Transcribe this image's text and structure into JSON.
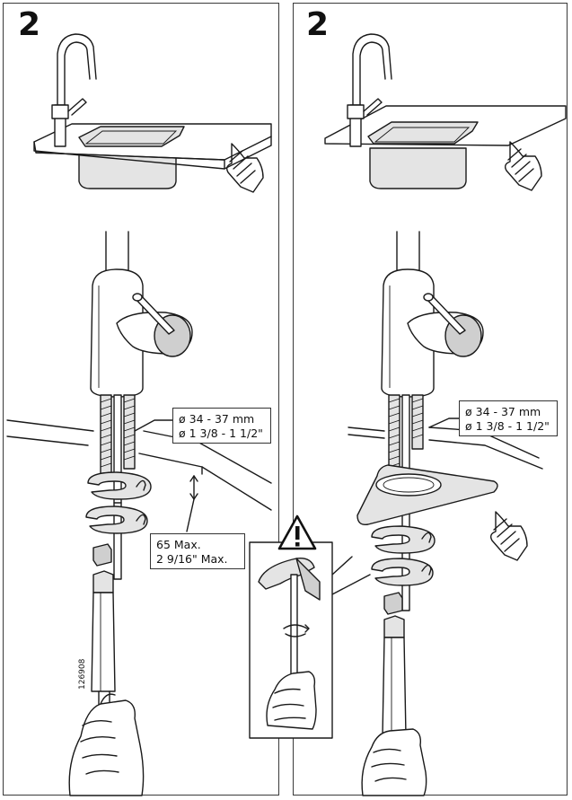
{
  "left_panel": {
    "step_number": "2",
    "hole_diameter_mm": "ø 34 - 37 mm",
    "hole_diameter_in": "ø 1 3/8 - 1 1/2\"",
    "max_thickness_mm": "65 Max.",
    "max_thickness_in": "2 9/16\" Max.",
    "part_code": "126908"
  },
  "right_panel": {
    "step_number": "2",
    "hole_diameter_mm": "ø 34 - 37 mm",
    "hole_diameter_in": "ø 1 3/8 - 1 1/2\""
  },
  "icons": [
    "warning-triangle-icon",
    "touch-hand-icon",
    "wrench-hand-icon"
  ]
}
